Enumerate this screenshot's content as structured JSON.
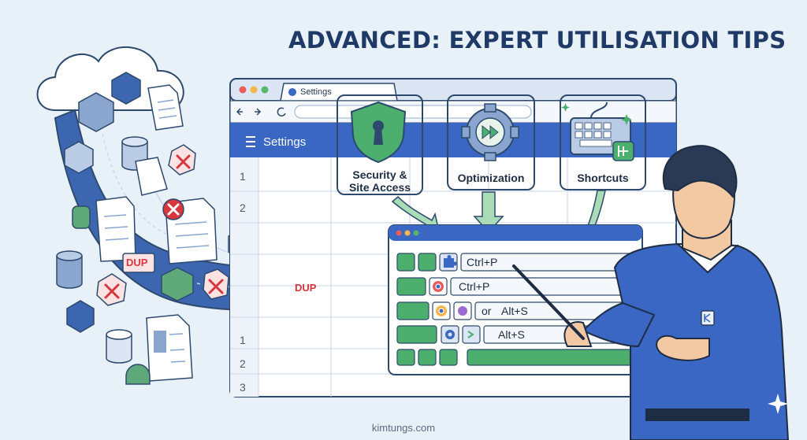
{
  "heading": "ADVANCED: EXPERT UTILISATION TIPS",
  "browser": {
    "tab_label": "Settings",
    "header_label": "Settings",
    "row_numbers_top": [
      "1",
      "2"
    ],
    "row_numbers_bottom": [
      "1",
      "2",
      "3"
    ]
  },
  "cards": {
    "security": "Security & Site Access",
    "optimization": "Optimization",
    "shortcuts": "Shortcuts"
  },
  "shortcut_rows": {
    "row1": "Ctrl+P",
    "row2": "Ctrl+P",
    "row3_or": "or",
    "row3": "Alt+S",
    "row4": "Alt+S"
  },
  "labels": {
    "dup": "DUP"
  },
  "footer": "kimtungs.com",
  "colors": {
    "title": "#1f3a66",
    "accent_blue": "#3a66c4",
    "green": "#4caf6e",
    "red": "#d9363e"
  },
  "icons": [
    "shield-keyhole-icon",
    "gear-fastforward-icon",
    "keyboard-icon",
    "puzzle-icon",
    "chrome-icon",
    "close-icon",
    "hamburger-icon"
  ]
}
